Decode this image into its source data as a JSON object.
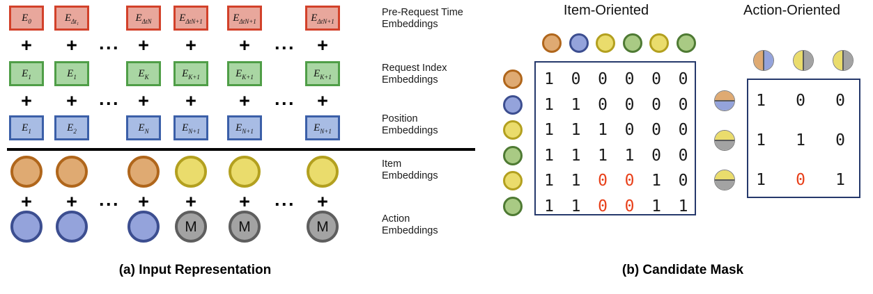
{
  "figure": {
    "panel_a": {
      "caption": "(a) Input Representation",
      "rows": [
        {
          "name": "pre-request-time-embeddings",
          "color": "#D2412A",
          "label": "Pre-Request Time\nEmbeddings",
          "cells": [
            {
              "base": "E",
              "sub": "0"
            },
            {
              "base": "E",
              "sub": "Δt₁"
            },
            {
              "base": "E",
              "sub": "Δt_N"
            },
            {
              "base": "E",
              "sub": "Δt_N+1"
            },
            {
              "base": "E",
              "sub": "Δt_N+1"
            },
            {
              "base": "E",
              "sub": "Δt_N+1"
            }
          ]
        },
        {
          "name": "request-index-embeddings",
          "color": "#4F9E47",
          "label": "Request Index\nEmbeddings",
          "cells": [
            {
              "base": "E",
              "sub": "1"
            },
            {
              "base": "E",
              "sub": "1"
            },
            {
              "base": "E",
              "sub": "K"
            },
            {
              "base": "E",
              "sub": "K+1"
            },
            {
              "base": "E",
              "sub": "K+1"
            },
            {
              "base": "E",
              "sub": "K+1"
            }
          ]
        },
        {
          "name": "position-embeddings",
          "color": "#3B5FA8",
          "label": "Position\nEmbeddings",
          "cells": [
            {
              "base": "E",
              "sub": "1"
            },
            {
              "base": "E",
              "sub": "2"
            },
            {
              "base": "E",
              "sub": "N"
            },
            {
              "base": "E",
              "sub": "N+1"
            },
            {
              "base": "E",
              "sub": "N+1"
            },
            {
              "base": "E",
              "sub": "N+1"
            }
          ]
        }
      ],
      "item_row": {
        "label": "Item\nEmbeddings",
        "circles": [
          "orange",
          "orange",
          "orange",
          "yellow",
          "yellow",
          "yellow"
        ]
      },
      "action_row": {
        "label": "Action\nEmbeddings",
        "circles": [
          "blue",
          "blue",
          "blue",
          "gray",
          "gray",
          "gray"
        ],
        "mask_glyph": "M"
      },
      "operator": "+",
      "ellipsis": "···"
    },
    "panel_b": {
      "caption": "(b) Candidate Mask",
      "item_oriented": {
        "title": "Item-Oriented",
        "col_circles": [
          "orange",
          "blue",
          "yellow",
          "green",
          "yellow",
          "green"
        ],
        "row_circles": [
          "orange",
          "blue",
          "yellow",
          "green",
          "yellow",
          "green"
        ],
        "matrix": [
          [
            "1",
            "0",
            "0",
            "0",
            "0",
            "0"
          ],
          [
            "1",
            "1",
            "0",
            "0",
            "0",
            "0"
          ],
          [
            "1",
            "1",
            "1",
            "0",
            "0",
            "0"
          ],
          [
            "1",
            "1",
            "1",
            "1",
            "0",
            "0"
          ],
          [
            "1",
            "1",
            "0",
            "0",
            "1",
            "0"
          ],
          [
            "1",
            "1",
            "0",
            "0",
            "1",
            "1"
          ]
        ],
        "highlighted": [
          [
            4,
            2
          ],
          [
            4,
            3
          ],
          [
            5,
            2
          ],
          [
            5,
            3
          ]
        ]
      },
      "action_oriented": {
        "title": "Action-Oriented",
        "col_circles": [
          [
            "orange",
            "blue"
          ],
          [
            "yellow",
            "gray"
          ],
          [
            "yellow",
            "gray"
          ]
        ],
        "row_circles": [
          [
            "orange",
            "blue"
          ],
          [
            "yellow",
            "gray"
          ],
          [
            "yellow",
            "gray"
          ]
        ],
        "matrix": [
          [
            "1",
            "0",
            "0"
          ],
          [
            "1",
            "1",
            "0"
          ],
          [
            "1",
            "0",
            "1"
          ]
        ],
        "highlighted": [
          [
            2,
            1
          ]
        ]
      }
    },
    "colors": {
      "orange_fill": "#DFAA72",
      "orange_edge": "#B0661B",
      "blue_fill": "#94A3DB",
      "blue_edge": "#3C4E90",
      "yellow_fill": "#EADC6C",
      "yellow_edge": "#B3A01F",
      "green_fill": "#A9CA84",
      "green_edge": "#4E7A33",
      "gray_fill": "#A3A3A3",
      "gray_edge": "#5E5E5E",
      "box_red_fill": "#E8A79C",
      "box_red_edge": "#D2412A",
      "box_green_fill": "#A9D6A3",
      "box_green_edge": "#4F9E47",
      "box_blue_fill": "#A8BCE4",
      "box_blue_edge": "#3B5FA8",
      "matrix_border": "#25386B",
      "highlight": "#E8401A"
    }
  }
}
